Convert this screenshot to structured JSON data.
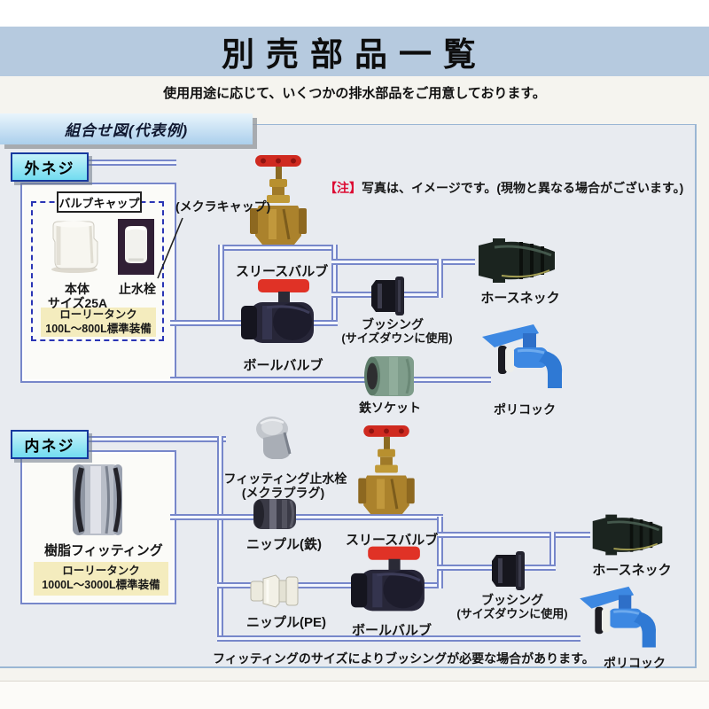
{
  "header": {
    "title": "別売部品一覧",
    "subtitle": "使用用途に応じて、いくつかの排水部品をご用意しております。",
    "tab_label": "組合せ図(代表例)"
  },
  "notice": {
    "prefix": "【注】",
    "body": "写真は、イメージです。(現物と異なる場合がございます。)"
  },
  "footer": {
    "note": "フィッティングのサイズによりブッシングが必要な場合があります。"
  },
  "outer": {
    "tag": "外ネジ",
    "cap_box": {
      "title": "バルブキャップ",
      "body_label": "本体",
      "body_size": "サイズ25A",
      "stop_valve": "止水栓",
      "pointer": "(メクラキャップ)"
    },
    "badge": {
      "line1": "ローリータンク",
      "line2": "100L〜800L標準装備"
    },
    "labels": {
      "sluice_valve": "スリースバルブ",
      "ball_valve": "ボールバルブ",
      "bushing": "ブッシング",
      "bushing_note": "(サイズダウンに使用)",
      "hose_neck": "ホースネック",
      "iron_socket": "鉄ソケット",
      "poly_cock": "ポリコック"
    }
  },
  "inner": {
    "tag": "内ネジ",
    "fitting": "樹脂フィッティング",
    "badge": {
      "line1": "ローリータンク",
      "line2": "1000L〜3000L標準装備"
    },
    "labels": {
      "fitting_plug1": "フィッティング止水栓",
      "fitting_plug2": "(メクラプラグ)",
      "nipple_iron": "ニップル(鉄)",
      "nipple_pe": "ニップル(PE)",
      "sluice_valve": "スリースバルブ",
      "ball_valve": "ボールバルブ",
      "bushing": "ブッシング",
      "bushing_note": "(サイズダウンに使用)",
      "hose_neck": "ホースネック",
      "poly_cock": "ポリコック"
    }
  },
  "colors": {
    "banner_bg": "#b6cadf",
    "panel_bg": "#e8ebf0",
    "tag_cyan": "#8ce4f2",
    "badge_yellow": "#f4ecbe",
    "pipe_blue": "#7787ca",
    "dashed_blue": "#2a35b5",
    "notice_red": "#dc0a32",
    "handle_red": "#d93025",
    "faucet_blue": "#3d88e2",
    "brass": "#ab822c"
  }
}
